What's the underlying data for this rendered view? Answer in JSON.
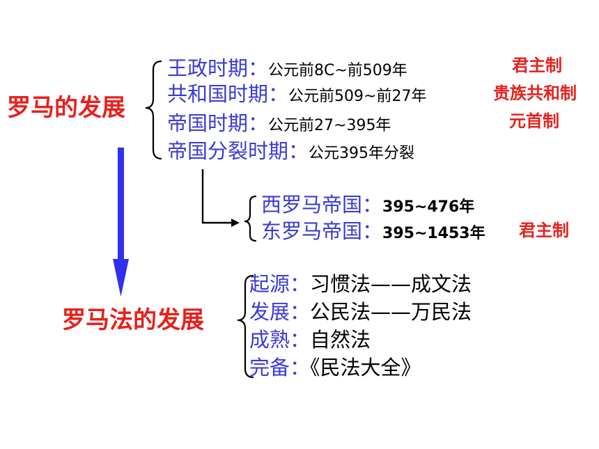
{
  "rome": {
    "title": "罗马的发展",
    "periods": [
      {
        "term": "王政时期：",
        "desc": "公元前8C~前509年",
        "tag": "君主制"
      },
      {
        "term": "共和国时期：",
        "desc": "公元前509~前27年",
        "tag": "贵族共和制"
      },
      {
        "term": "帝国时期：",
        "desc": "公元前27~395年",
        "tag": "元首制"
      },
      {
        "term": "帝国分裂时期：",
        "desc": "公元395年分裂"
      }
    ],
    "split": [
      {
        "term": "西罗马帝国：",
        "desc": "395~476年"
      },
      {
        "term": "东罗马帝国：",
        "desc": "395~1453年",
        "tag": "君主制"
      }
    ]
  },
  "law": {
    "title": "罗马法的发展",
    "stages": [
      {
        "term": "起源：",
        "desc": "习惯法——成文法"
      },
      {
        "term": "发展：",
        "desc": "公民法——万民法"
      },
      {
        "term": "成熟：",
        "desc": "自然法"
      },
      {
        "term": "完备：",
        "desc": "《民法大全》"
      }
    ]
  },
  "colors": {
    "accent_red": "#e8201c",
    "term_blue": "#3a3ad6",
    "arrow_blue": "#3030f0"
  }
}
